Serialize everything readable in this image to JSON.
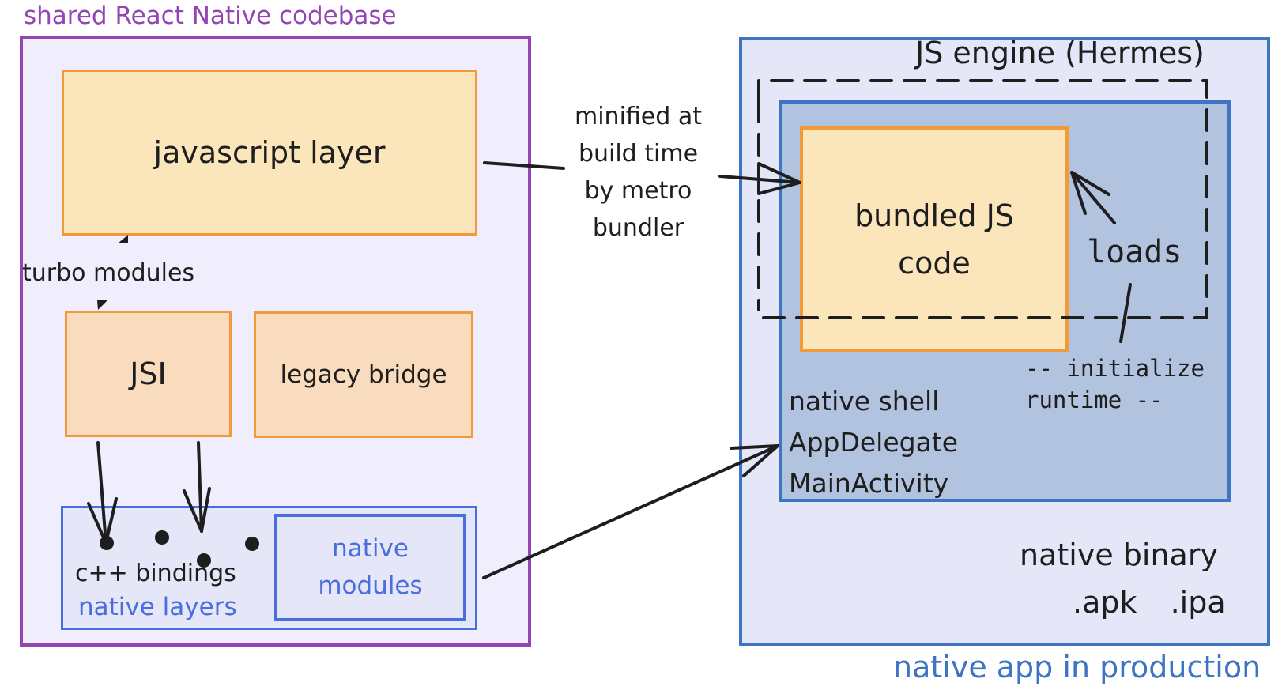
{
  "colors": {
    "codebase_border": "#9345b5",
    "codebase_fill": "#f0eefd",
    "orange_border": "#f29939",
    "js_fill": "#fbe5bb",
    "peach_fill": "#f9dbbd",
    "native_blue": "#4a6ede",
    "app_blue": "#3d74c4",
    "app_fill": "#e5e6f7",
    "shell_fill": "#b1c3de",
    "ink": "#1e1e1e"
  },
  "left_group": {
    "title": "shared React Native codebase",
    "javascript_layer": "javascript layer",
    "turbo_modules": "turbo modules",
    "jsi": "JSI",
    "legacy_bridge": "legacy bridge",
    "native_layers": {
      "title": "native layers",
      "cpp_bindings": "c++ bindings",
      "native_modules_line1": "native",
      "native_modules_line2": "modules"
    }
  },
  "middle_label": {
    "lines": [
      "minified at",
      "build time",
      "by metro",
      "bundler"
    ]
  },
  "right_group": {
    "title": "native app in production",
    "engine_label": "JS engine (Hermes)",
    "bundled_line1": "bundled JS",
    "bundled_line2": "code",
    "loads": "loads",
    "init_line1": "-- initialize",
    "init_line2": "runtime --",
    "shell_lines": [
      "native shell",
      "AppDelegate",
      "MainActivity"
    ],
    "binary_label": "native binary",
    "extensions": ".apk .ipa"
  }
}
